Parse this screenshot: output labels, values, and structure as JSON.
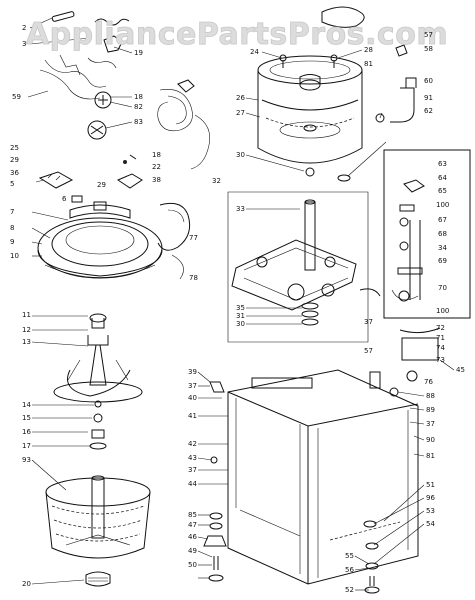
{
  "watermark": "AppliancePartsPros.com",
  "callouts": [
    {
      "id": "c2",
      "text": "2"
    },
    {
      "id": "c3",
      "text": "3"
    },
    {
      "id": "c19",
      "text": "19"
    },
    {
      "id": "c59",
      "text": "59"
    },
    {
      "id": "c18a",
      "text": "18"
    },
    {
      "id": "c82a",
      "text": "82"
    },
    {
      "id": "c83",
      "text": "83"
    },
    {
      "id": "c25",
      "text": "25"
    },
    {
      "id": "c29a",
      "text": "29"
    },
    {
      "id": "c36",
      "text": "36"
    },
    {
      "id": "c5",
      "text": "5"
    },
    {
      "id": "c18b",
      "text": "18"
    },
    {
      "id": "c22",
      "text": "22"
    },
    {
      "id": "c38a",
      "text": "38"
    },
    {
      "id": "c29b",
      "text": "29"
    },
    {
      "id": "c6",
      "text": "6"
    },
    {
      "id": "c7",
      "text": "7"
    },
    {
      "id": "c8",
      "text": "8"
    },
    {
      "id": "c9",
      "text": "9"
    },
    {
      "id": "c10",
      "text": "10"
    },
    {
      "id": "c77",
      "text": "77"
    },
    {
      "id": "c78",
      "text": "78"
    },
    {
      "id": "c24",
      "text": "24"
    },
    {
      "id": "c28",
      "text": "28"
    },
    {
      "id": "c57",
      "text": "57"
    },
    {
      "id": "c58",
      "text": "58"
    },
    {
      "id": "c81",
      "text": "81"
    },
    {
      "id": "c60",
      "text": "60"
    },
    {
      "id": "c26",
      "text": "26"
    },
    {
      "id": "c27",
      "text": "27"
    },
    {
      "id": "c91",
      "text": "91"
    },
    {
      "id": "c62",
      "text": "62"
    },
    {
      "id": "c30a",
      "text": "30"
    },
    {
      "id": "c32",
      "text": "32"
    },
    {
      "id": "c33",
      "text": "33"
    },
    {
      "id": "c35",
      "text": "35"
    },
    {
      "id": "c31",
      "text": "31"
    },
    {
      "id": "c30b",
      "text": "30"
    },
    {
      "id": "c63",
      "text": "63"
    },
    {
      "id": "c64",
      "text": "64"
    },
    {
      "id": "c65",
      "text": "65"
    },
    {
      "id": "c100a",
      "text": "100"
    },
    {
      "id": "c67",
      "text": "67"
    },
    {
      "id": "c68",
      "text": "68"
    },
    {
      "id": "c34",
      "text": "34"
    },
    {
      "id": "c69",
      "text": "69"
    },
    {
      "id": "c70",
      "text": "70"
    },
    {
      "id": "c100b",
      "text": "100"
    },
    {
      "id": "c11",
      "text": "11"
    },
    {
      "id": "c12",
      "text": "12"
    },
    {
      "id": "c13",
      "text": "13"
    },
    {
      "id": "c14",
      "text": "14"
    },
    {
      "id": "c15",
      "text": "15"
    },
    {
      "id": "c16",
      "text": "16"
    },
    {
      "id": "c17",
      "text": "17"
    },
    {
      "id": "c93",
      "text": "93"
    },
    {
      "id": "c20",
      "text": "20"
    },
    {
      "id": "c37a",
      "text": "37"
    },
    {
      "id": "c57b",
      "text": "57"
    },
    {
      "id": "c72",
      "text": "72"
    },
    {
      "id": "c71",
      "text": "71"
    },
    {
      "id": "c74",
      "text": "74"
    },
    {
      "id": "c73",
      "text": "73"
    },
    {
      "id": "c76",
      "text": "76"
    },
    {
      "id": "c45",
      "text": "45"
    },
    {
      "id": "c39",
      "text": "39"
    },
    {
      "id": "c37b",
      "text": "37"
    },
    {
      "id": "c40",
      "text": "40"
    },
    {
      "id": "c41",
      "text": "41"
    },
    {
      "id": "c42",
      "text": "42"
    },
    {
      "id": "c43",
      "text": "43"
    },
    {
      "id": "c37c",
      "text": "37"
    },
    {
      "id": "c44",
      "text": "44"
    },
    {
      "id": "c88",
      "text": "88"
    },
    {
      "id": "c89",
      "text": "89"
    },
    {
      "id": "c37d",
      "text": "37"
    },
    {
      "id": "c90",
      "text": "90"
    },
    {
      "id": "c81b",
      "text": "81"
    },
    {
      "id": "c51",
      "text": "51"
    },
    {
      "id": "c96",
      "text": "96"
    },
    {
      "id": "c53",
      "text": "53"
    },
    {
      "id": "c54",
      "text": "54"
    },
    {
      "id": "c85",
      "text": "85"
    },
    {
      "id": "c47",
      "text": "47"
    },
    {
      "id": "c46",
      "text": "46"
    },
    {
      "id": "c49",
      "text": "49"
    },
    {
      "id": "c50",
      "text": "50"
    },
    {
      "id": "c55",
      "text": "55"
    },
    {
      "id": "c56",
      "text": "56"
    },
    {
      "id": "c52",
      "text": "52"
    }
  ]
}
